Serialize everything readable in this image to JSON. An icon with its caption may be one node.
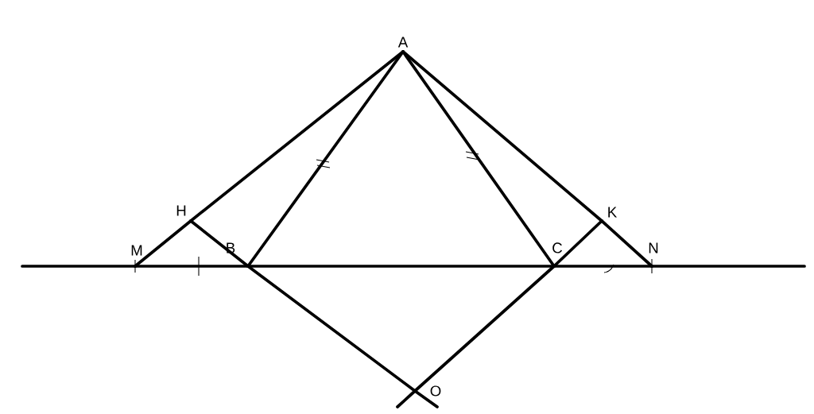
{
  "diagram": {
    "nodes": [
      {
        "text": [
          "A"
        ]
      },
      {
        "text": [
          "H"
        ]
      },
      {
        "text": [
          "K"
        ]
      },
      {
        "text": [
          "M"
        ]
      },
      {
        "text": [
          "B"
        ]
      },
      {
        "text": [
          "C"
        ]
      },
      {
        "text": [
          "N"
        ]
      },
      {
        "text": [
          "O"
        ]
      }
    ],
    "edges": [
      {
        "from": 0,
        "to": 1,
        "arrow": "none"
      },
      {
        "from": 1,
        "to": 3,
        "arrow": "none"
      },
      {
        "from": 0,
        "to": 4,
        "arrow": "none"
      },
      {
        "from": 0,
        "to": 5,
        "arrow": "none"
      },
      {
        "from": 0,
        "to": 2,
        "arrow": "none"
      },
      {
        "from": 2,
        "to": 6,
        "arrow": "none"
      },
      {
        "from": 1,
        "to": 4,
        "arrow": "none"
      },
      {
        "from": 4,
        "to": 7,
        "arrow": "none"
      },
      {
        "from": 2,
        "to": 5,
        "arrow": "none"
      },
      {
        "from": 5,
        "to": 7,
        "arrow": "none"
      },
      {
        "from": 3,
        "to": 4,
        "arrow": "none"
      },
      {
        "from": 4,
        "to": 5,
        "arrow": "none"
      },
      {
        "from": 5,
        "to": 6,
        "arrow": "none"
      }
    ]
  }
}
